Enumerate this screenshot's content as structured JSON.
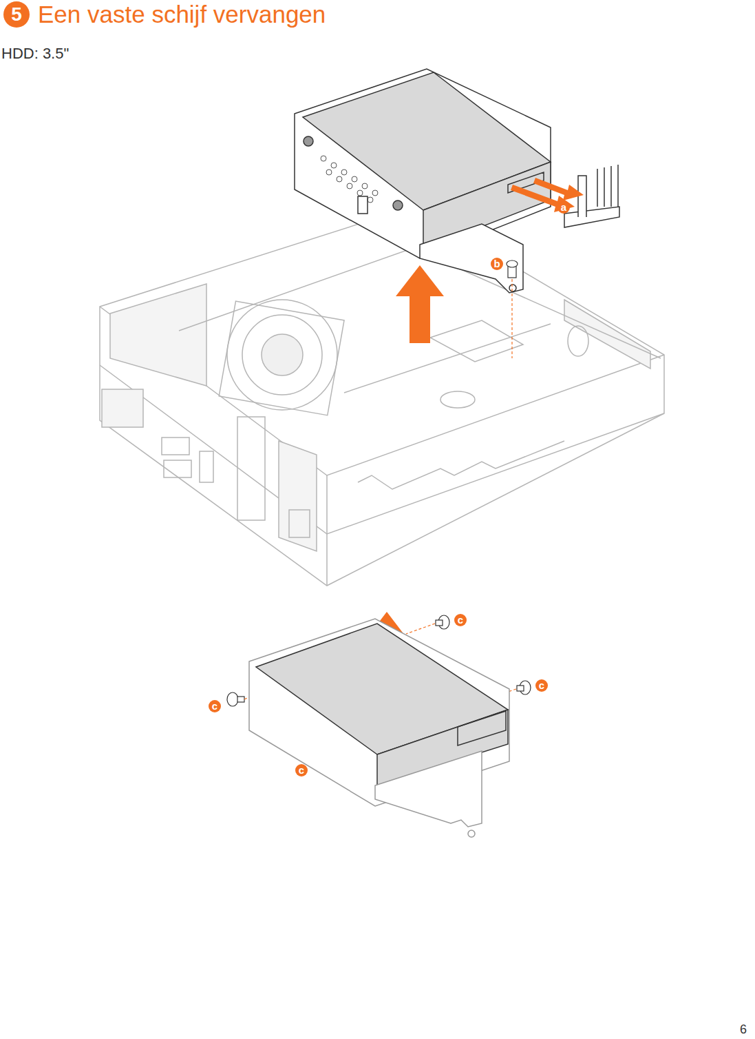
{
  "diagram": {
    "title": "Een vaste schijf vervangen",
    "labels": [
      "5",
      "HDD: 3.5\"",
      "a",
      "b",
      "c",
      "c",
      "c",
      "c",
      "6"
    ]
  }
}
